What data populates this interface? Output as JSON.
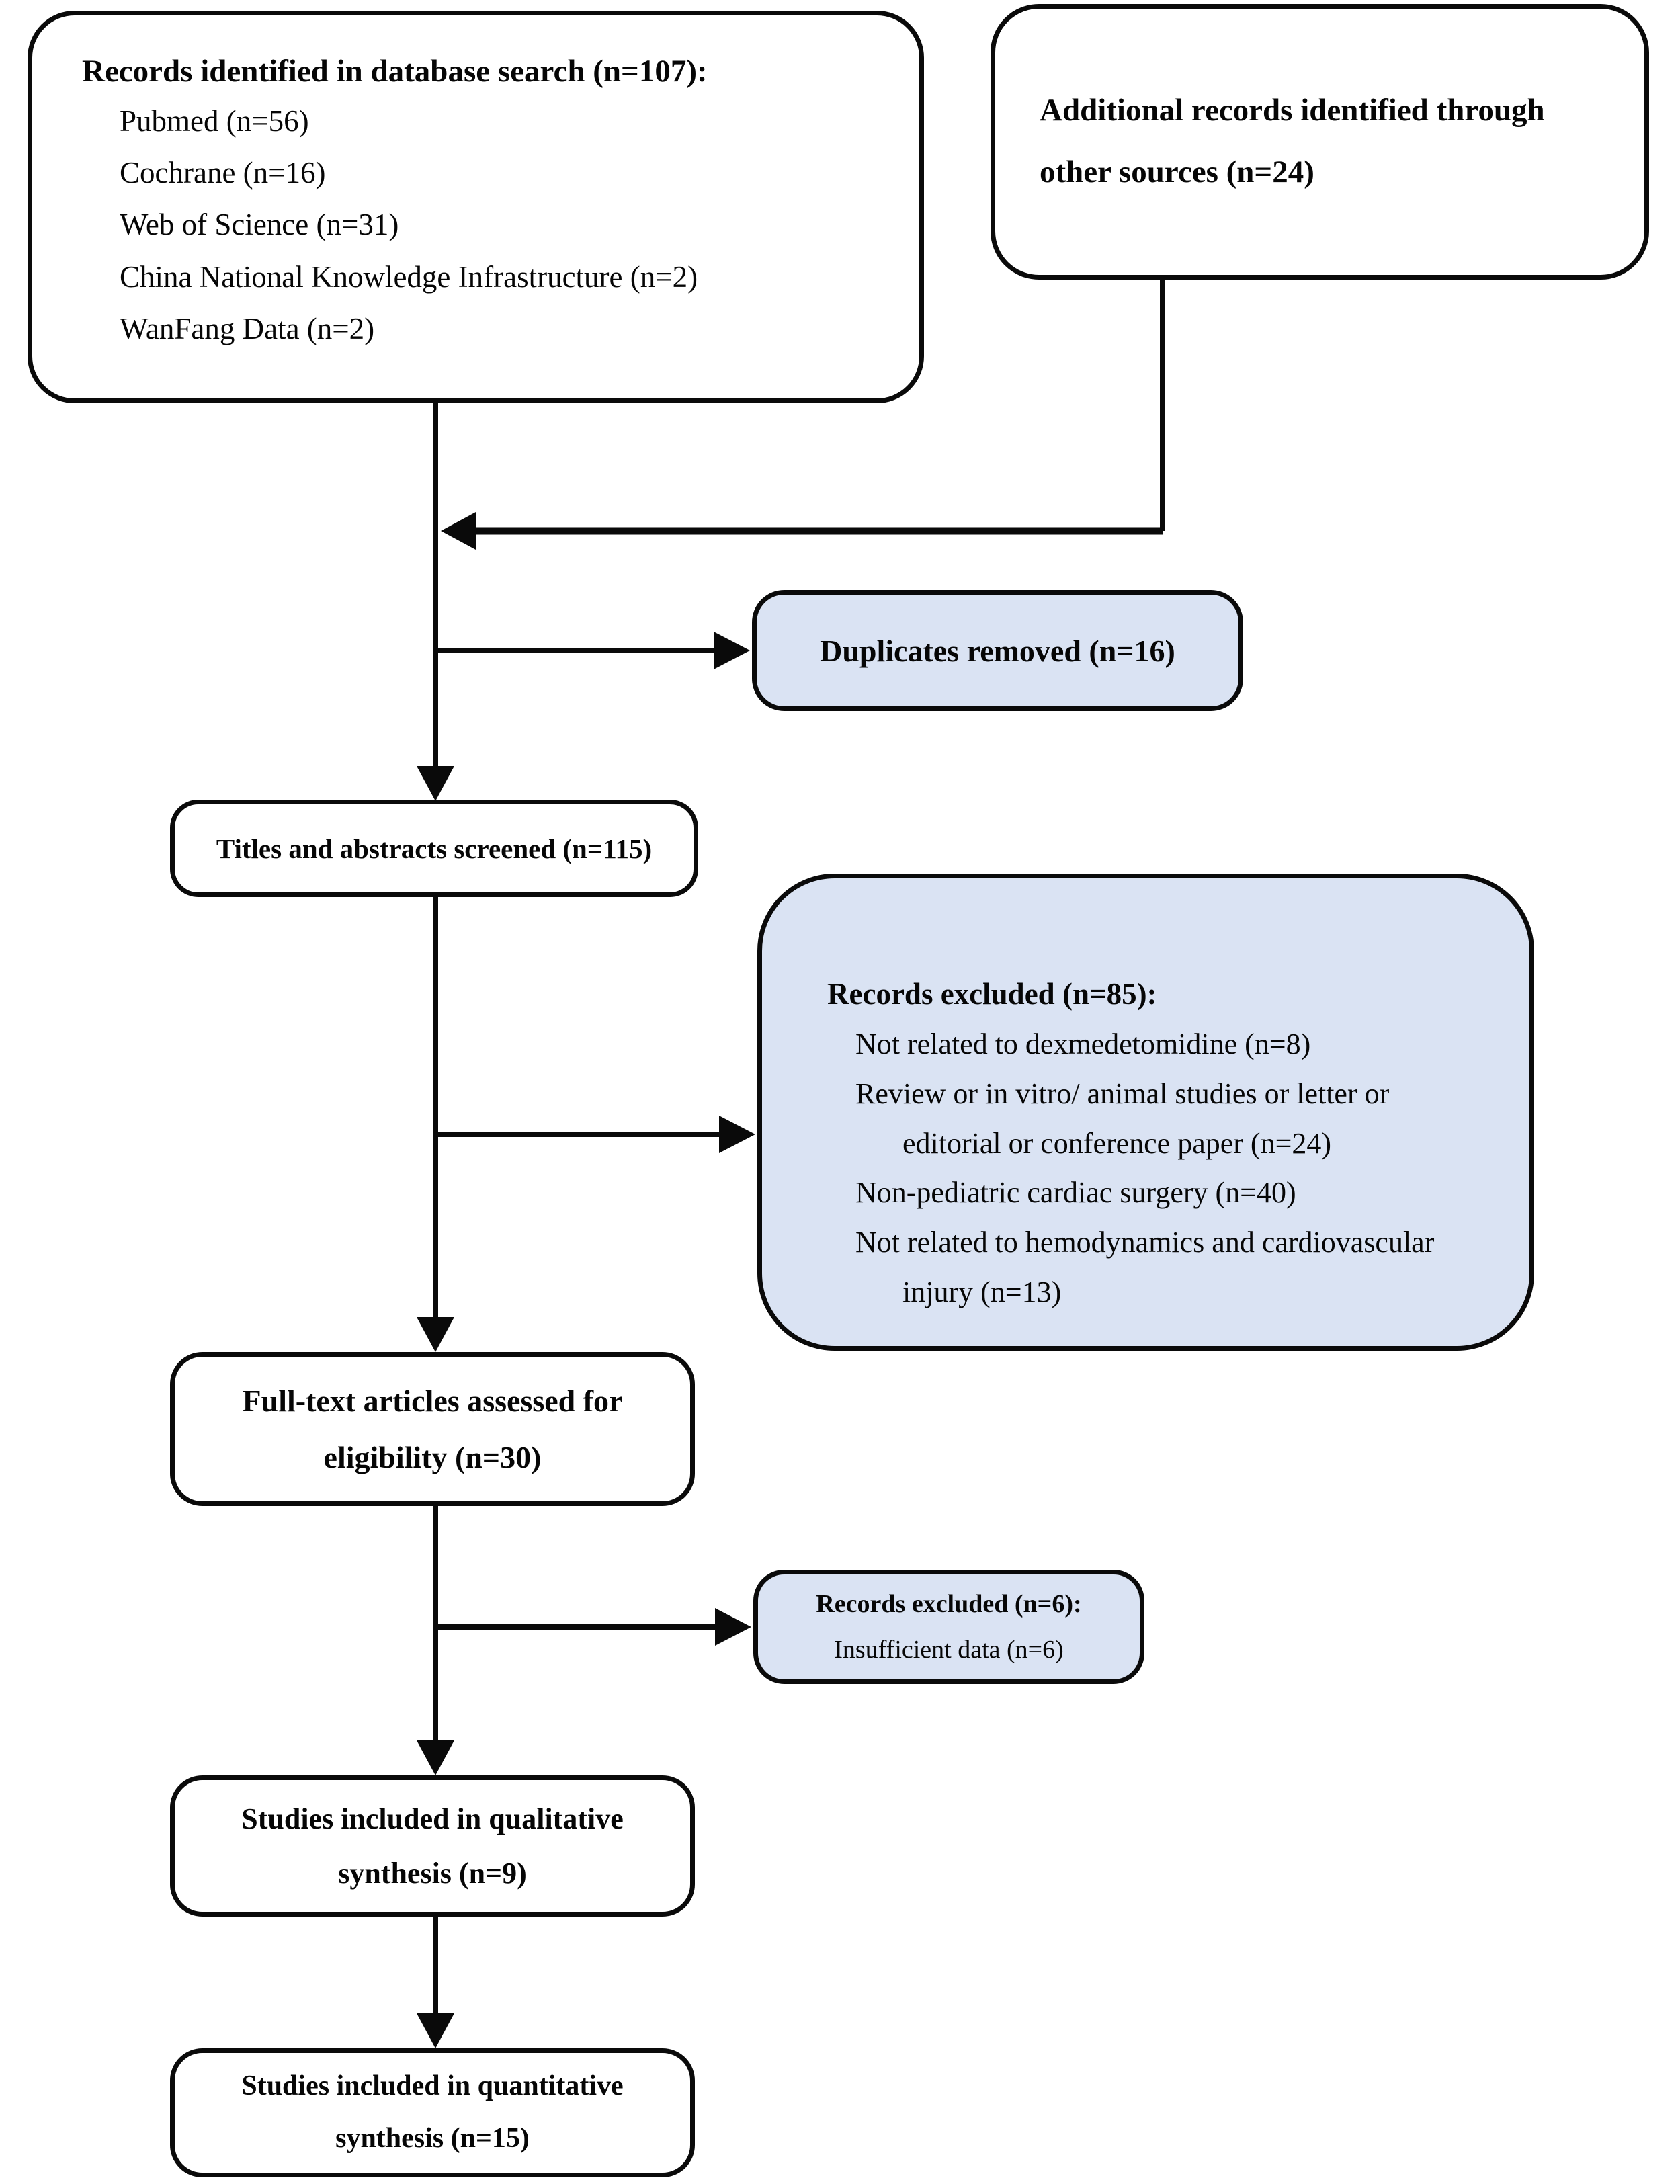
{
  "diagram": {
    "type": "prisma-flowchart",
    "colors": {
      "highlight_fill": "#dae3f3",
      "box_fill": "#ffffff",
      "border": "#000000",
      "connector": "#000000"
    },
    "boxes": {
      "identification": {
        "title": "Records identified in database search (n=107):",
        "items": [
          "Pubmed (n=56)",
          "Cochrane (n=16)",
          "Web of Science (n=31)",
          "China National Knowledge Infrastructure (n=2)",
          "WanFang Data (n=2)"
        ]
      },
      "additional_records": {
        "label": "Additional records identified through other sources (n=24)"
      },
      "duplicates_removed": {
        "label": "Duplicates removed (n=16)"
      },
      "titles_abstracts_screened": {
        "label": "Titles and abstracts screened (n=115)"
      },
      "records_excluded_screening": {
        "title": "Records excluded (n=85):",
        "items": [
          "Not related to dexmedetomidine (n=8)",
          "Review or in vitro/ animal studies or letter or editorial or conference paper (n=24)",
          "Non-pediatric cardiac surgery (n=40)",
          "Not related to hemodynamics and cardiovascular injury (n=13)"
        ]
      },
      "fulltext_assessed": {
        "label": "Full-text articles assessed for eligibility (n=30)"
      },
      "records_excluded_fulltext": {
        "title": "Records excluded (n=6):",
        "item": "Insufficient data (n=6)"
      },
      "qualitative_synthesis": {
        "label": "Studies included in qualitative synthesis (n=9)"
      },
      "quantitative_synthesis": {
        "label": "Studies included in quantitative synthesis (n=15)"
      }
    }
  }
}
